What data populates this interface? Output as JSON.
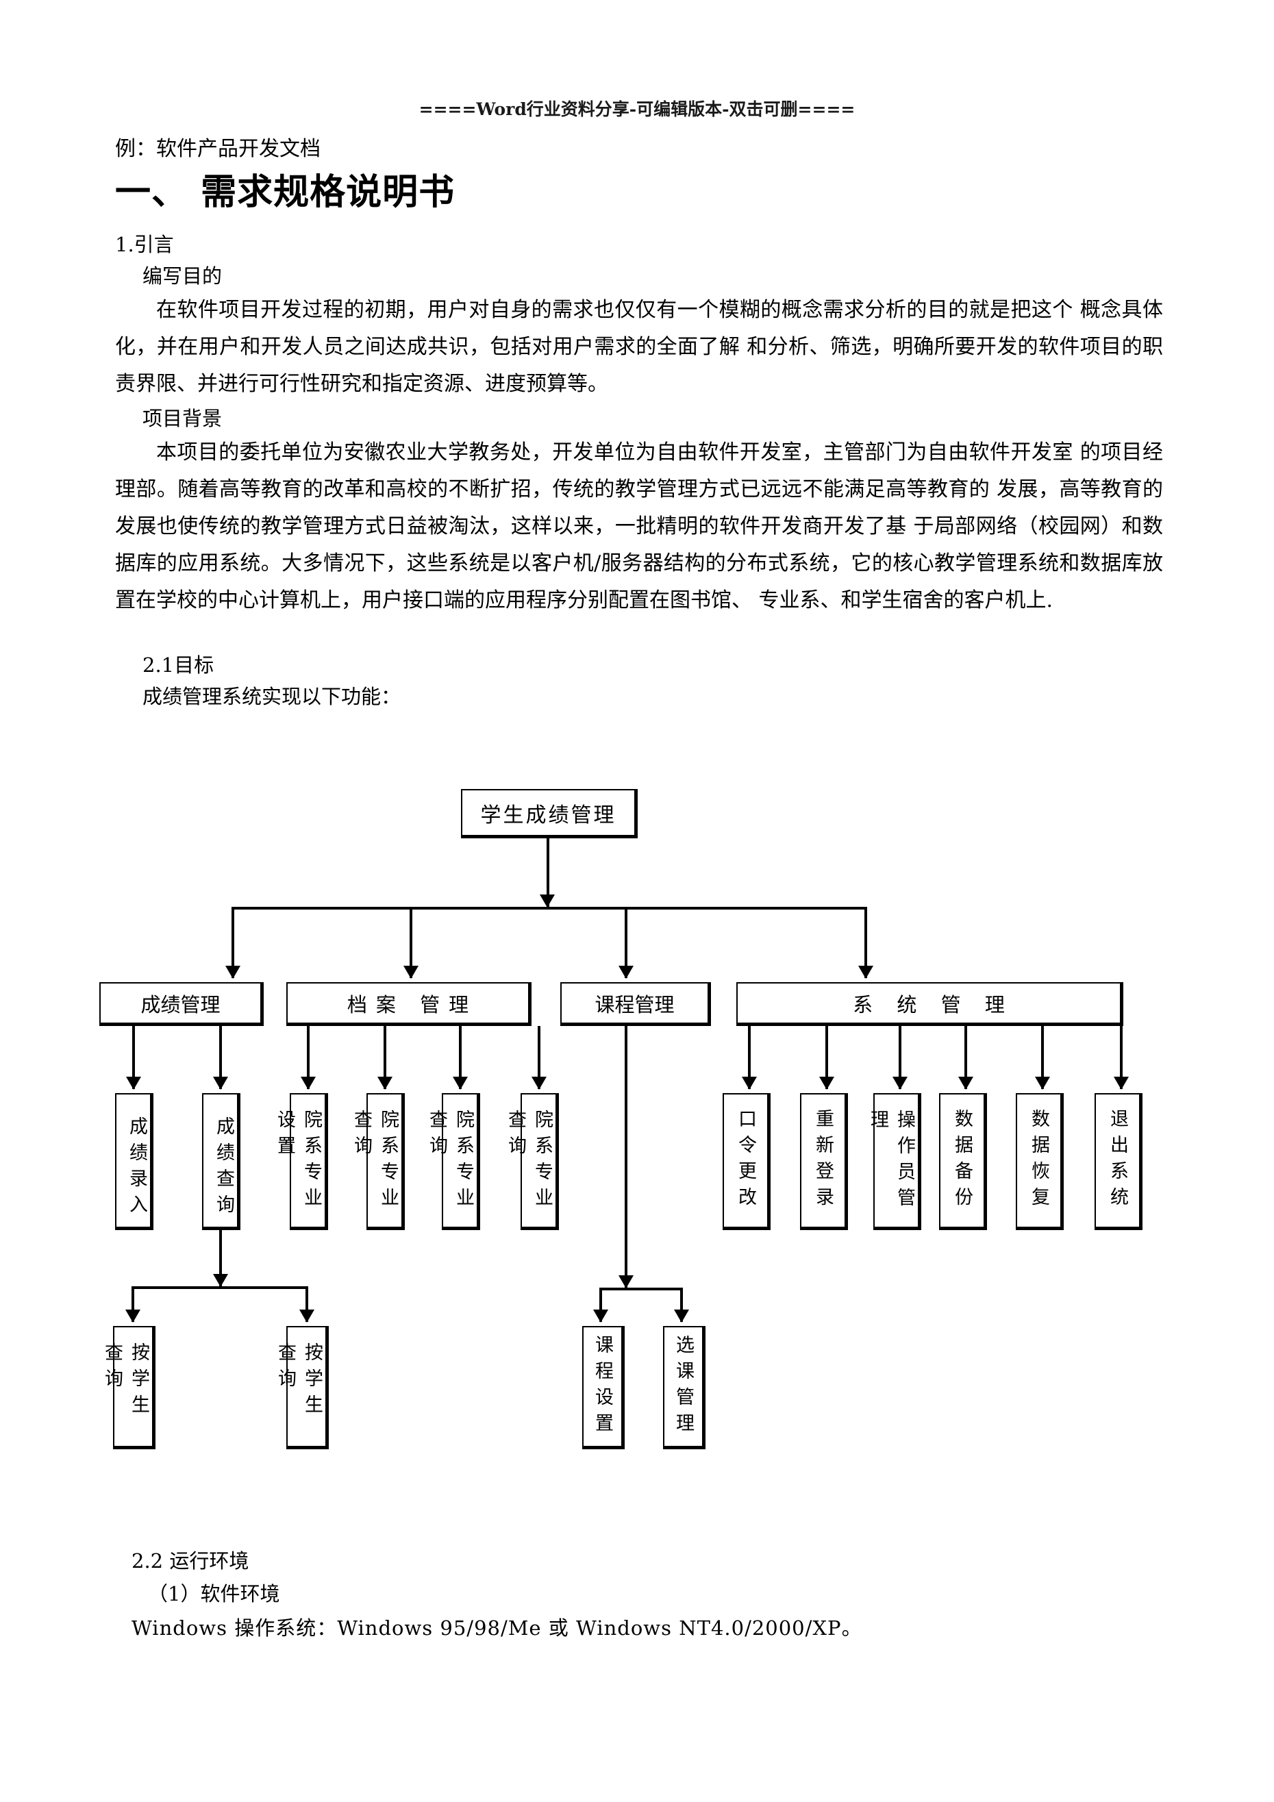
{
  "header": {
    "banner": "====Word行业资料分享-可编辑版本-双击可删===="
  },
  "body": {
    "example_label": "例：软件产品开发文档",
    "heading1": "一、 需求规格说明书",
    "section_intro": "1.引言",
    "sub_purpose": "编写目的",
    "purpose_text": "在软件项目开发过程的初期，用户对自身的需求也仅仅有一个模糊的概念需求分析的目的就是把这个 概念具体化，并在用户和开发人员之间达成共识，包括对用户需求的全面了解 和分析、筛选，明确所要开发的软件项目的职责界限、并进行可行性研究和指定资源、进度预算等。",
    "sub_background": "项目背景",
    "background_text": "本项目的委托单位为安徽农业大学教务处，开发单位为自由软件开发室，主管部门为自由软件开发室 的项目经理部。随着高等教育的改革和高校的不断扩招，传统的教学管理方式已远远不能满足高等教育的 发展，高等教育的发展也使传统的教学管理方式日益被淘汰，这样以来，一批精明的软件开发商开发了基 于局部网络（校园网）和数据库的应用系统。大多情况下，这些系统是以客户机/服务器结构的分布式系统，它的核心教学管理系统和数据库放置在学校的中心计算机上，用户接口端的应用程序分别配置在图书馆、 专业系、和学生宿舍的客户机上.",
    "section_goal": "2.1目标",
    "goal_text": "成绩管理系统实现以下功能："
  },
  "diagram": {
    "type": "tree",
    "root": "学生成绩管理",
    "level2": [
      "成绩管理",
      "档案 管理",
      "课程管理",
      "系 统 管 理"
    ],
    "grade_children": [
      "成绩录入",
      "成绩查询"
    ],
    "archive_children": [
      "院系专业设置",
      "院系专业查询",
      "院系专业查询",
      "院系专业查询"
    ],
    "system_children": [
      "口令更改",
      "重新登录",
      "操作员管理",
      "数据备份",
      "数据恢复",
      "退出系统"
    ],
    "grade_query_children": [
      "按学生查询",
      "按学生查询"
    ],
    "course_children": [
      "课程设置",
      "选课管理"
    ]
  },
  "footer": {
    "section_env": "2.2 运行环境",
    "sub_software": "（1）软件环境",
    "os_line": "Windows 操作系统：Windows 95/98/Me 或 Windows NT4.0/2000/XP。"
  }
}
